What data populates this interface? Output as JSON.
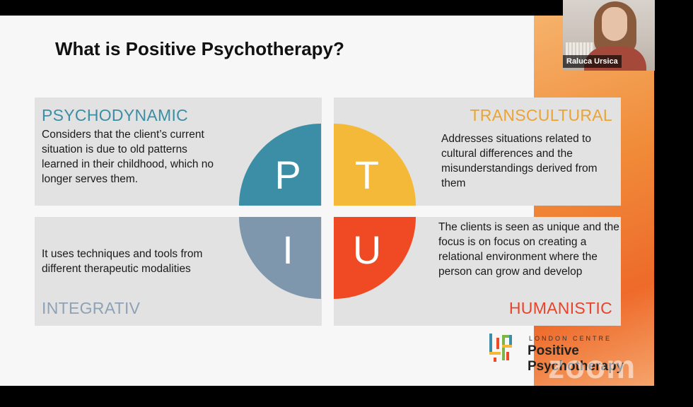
{
  "slide": {
    "title": "What is Positive Psychotherapy?",
    "quadrants": [
      {
        "letter": "P",
        "heading": "PSYCHODYNAMIC",
        "text": "Considers that the client’s current situation is due to old patterns learned in their childhood, which no longer serves them.",
        "color": "#3b8ea5"
      },
      {
        "letter": "T",
        "heading": "TRANSCULTURAL",
        "text": "Addresses situations related to cultural differences and the misunderstandings derived from them",
        "color": "#f4b938"
      },
      {
        "letter": "I",
        "heading": "INTEGRATIV",
        "text": "It uses techniques and tools from different therapeutic modalities",
        "color": "#7f97ad"
      },
      {
        "letter": "U",
        "heading": "HUMANISTIC",
        "text": "The clients is seen as unique and the focus is on focus on creating a relational environment where the person can grow and develop",
        "color": "#f04a24"
      }
    ],
    "logo": {
      "line1": "LONDON CENTRE",
      "line2": "Positive Psychotherapy"
    }
  },
  "zoom": {
    "watermark": "zoom"
  },
  "participant": {
    "name": "Raluca Ursica"
  }
}
